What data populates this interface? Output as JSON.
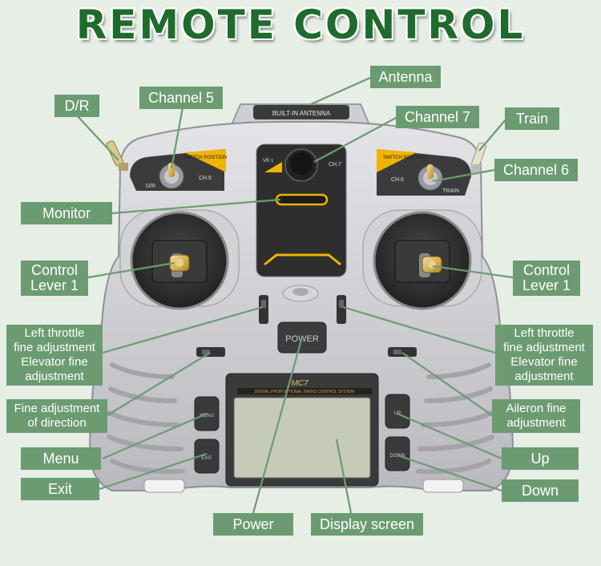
{
  "title": "REMOTE CONTROL",
  "device": {
    "antenna_text": "BUILT-IN ANTENNA",
    "switch_position_left": "SWITCH POSITION",
    "switch_position_right": "SWITCH POSITION",
    "dr_text": "D/R",
    "ch5_text": "CH.5",
    "ch6_text": "CH.6",
    "train_text": "TRAIN",
    "vr1_text": "VR 1",
    "ch7_text": "CH.7",
    "power_text": "POWER",
    "model_text": "MC7",
    "lcd_banner": "DIGITAL PROPORTIONAL RADIO CONTROL SYSTEM",
    "menu_btn": "MENU",
    "exit_btn": "EXIT",
    "up_btn": "UP",
    "down_btn": "DOWN"
  },
  "labels": {
    "antenna": "Antenna",
    "dr": "D/R",
    "channel5": "Channel 5",
    "channel7": "Channel 7",
    "train": "Train",
    "channel6": "Channel 6",
    "monitor": "Monitor",
    "control_lever_left_line1": "Control",
    "control_lever_left_line2": "Lever 1",
    "control_lever_right_line1": "Control",
    "control_lever_right_line2": "Lever 1",
    "left_throttle_left": [
      "Left throttle",
      "fine adjustment",
      "Elevator fine",
      "adjustment"
    ],
    "left_throttle_right": [
      "Left throttle",
      "fine adjustment",
      "Elevator fine",
      "adjustment"
    ],
    "fine_direction": [
      "Fine adjustment",
      "of direction"
    ],
    "aileron": [
      "Aileron fine",
      "adjustment"
    ],
    "menu": "Menu",
    "exit": "Exit",
    "up": "Up",
    "down": "Down",
    "power": "Power",
    "display": "Display screen"
  },
  "colors": {
    "label_bg": "#6c9b71",
    "title": "#1f6b2e",
    "background": "#e6eee6",
    "body": "#c9c9ce",
    "accent_gold": "#f0b400"
  }
}
